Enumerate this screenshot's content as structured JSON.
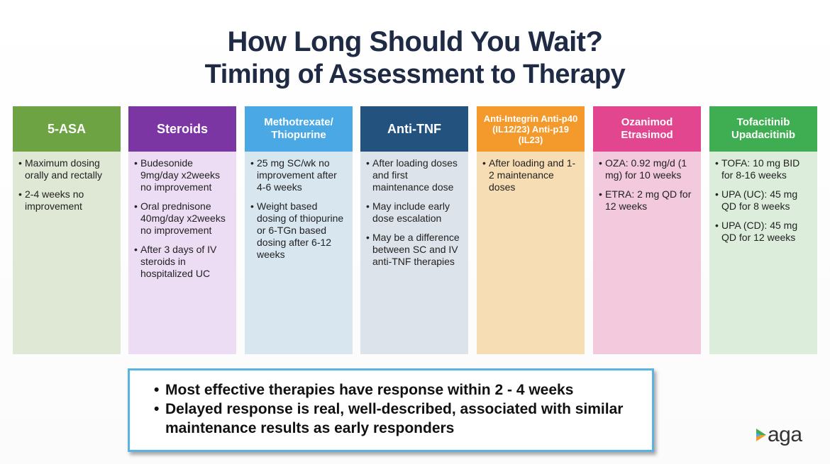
{
  "title": {
    "line1": "How Long Should You Wait?",
    "line2": "Timing of Assessment to Therapy"
  },
  "columns": [
    {
      "header": "5-ASA",
      "header_color": "#6ea344",
      "body_color": "#dfe8d4",
      "items": [
        "Maximum dosing orally and rectally",
        "2-4 weeks no improvement"
      ]
    },
    {
      "header": "Steroids",
      "header_color": "#7b36a3",
      "body_color": "#ecdcf4",
      "items": [
        "Budesonide 9mg/day x2weeks no improvement",
        "Oral prednisone 40mg/day x2weeks no improvement",
        "After 3 days of IV steroids in hospitalized UC"
      ]
    },
    {
      "header": "Methotrexate/ Thiopurine",
      "header_color": "#4aa9e4",
      "body_color": "#d8e6f0",
      "items": [
        "25 mg SC/wk no improvement after 4-6 weeks",
        "Weight based dosing of thiopurine or 6-TGn based dosing after 6-12 weeks"
      ]
    },
    {
      "header": "Anti-TNF",
      "header_color": "#24527f",
      "body_color": "#dde3ea",
      "items": [
        "After loading doses and first maintenance dose",
        "May include early dose escalation",
        "May be a difference between SC and IV anti-TNF therapies"
      ]
    },
    {
      "header": "Anti-Integrin Anti-p40 (IL12/23) Anti-p19 (IL23)",
      "header_color": "#f49a2c",
      "body_color": "#f7ddb3",
      "items": [
        "After loading and 1-2 maintenance doses"
      ]
    },
    {
      "header": "Ozanimod Etrasimod",
      "header_color": "#e2468f",
      "body_color": "#f2c9dd",
      "items": [
        "OZA: 0.92 mg/d (1 mg) for 10 weeks",
        "ETRA: 2 mg QD for 12 weeks"
      ]
    },
    {
      "header": "Tofacitinib Upadacitinib",
      "header_color": "#3fae52",
      "body_color": "#dceedb",
      "items": [
        "TOFA: 10 mg BID for 8-16 weeks",
        "UPA (UC): 45 mg QD for 8 weeks",
        "UPA (CD): 45 mg QD for 12 weeks"
      ]
    }
  ],
  "summary": [
    "Most effective therapies have response within 2 - 4 weeks",
    "Delayed response is real, well-described, associated with similar maintenance results as early responders"
  ],
  "logo": {
    "text": "aga",
    "icon": "aga-triangle-icon",
    "colors": [
      "#3fae52",
      "#f49a2c",
      "#4aa9e4"
    ]
  }
}
